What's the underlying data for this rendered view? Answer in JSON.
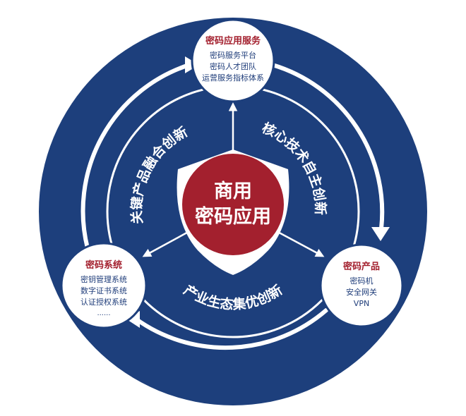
{
  "center": {
    "line1": "商用",
    "line2": "密码应用"
  },
  "nodes": {
    "top": {
      "title": "密码应用服务",
      "items": [
        "密码服务平台",
        "密码人才团队",
        "运营服务指标体系"
      ]
    },
    "left": {
      "title": "密码系统",
      "items": [
        "密钥管理系统",
        "数字证书系统",
        "认证授权系统",
        "......"
      ]
    },
    "right": {
      "title": "密码产品",
      "items": [
        "密码机",
        "安全网关",
        "VPN"
      ]
    }
  },
  "arc_labels": {
    "left": "关键产品融合创新",
    "right": "核心技术自主创新",
    "bottom": "产业生态集优创新"
  },
  "colors": {
    "navy": "#1d3f7c",
    "red": "#a3202e",
    "title_red": "#a3202e",
    "item_navy": "#1f3d7a",
    "white": "#ffffff"
  }
}
